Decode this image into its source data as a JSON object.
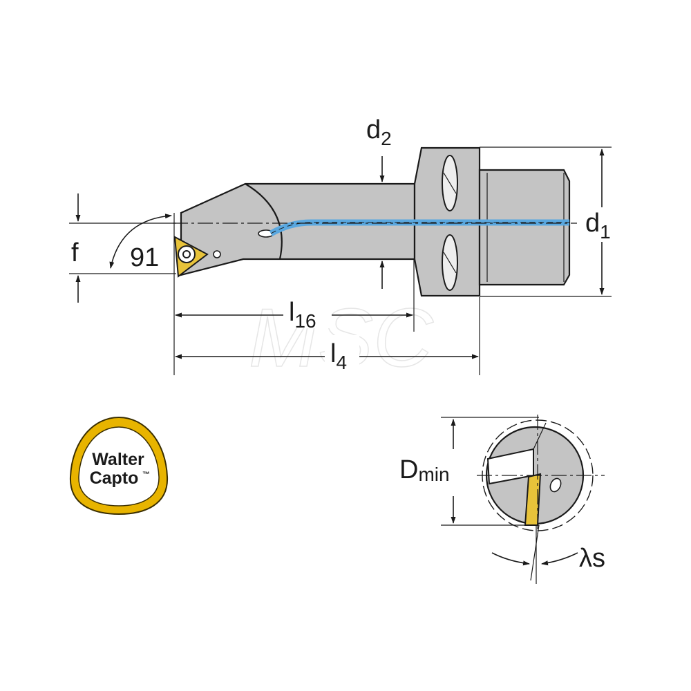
{
  "labels": {
    "d2": {
      "main": "d",
      "sub": "2"
    },
    "d1": {
      "main": "d",
      "sub": "1"
    },
    "f": "f",
    "angle": "91",
    "l16": {
      "main": "l",
      "sub": "16"
    },
    "l4": {
      "main": "l",
      "sub": "4"
    },
    "dmin": {
      "main": "D",
      "sub": "min"
    },
    "lambda_s": "λs"
  },
  "logo": {
    "line1": "Walter",
    "line2": "Capto",
    "trademark": "™"
  },
  "watermark": "MSC",
  "colors": {
    "body": "#c4c4c4",
    "coolant": "#5aa8e0",
    "insert": "#e8c33a",
    "logo_ring": "#e8b400"
  }
}
